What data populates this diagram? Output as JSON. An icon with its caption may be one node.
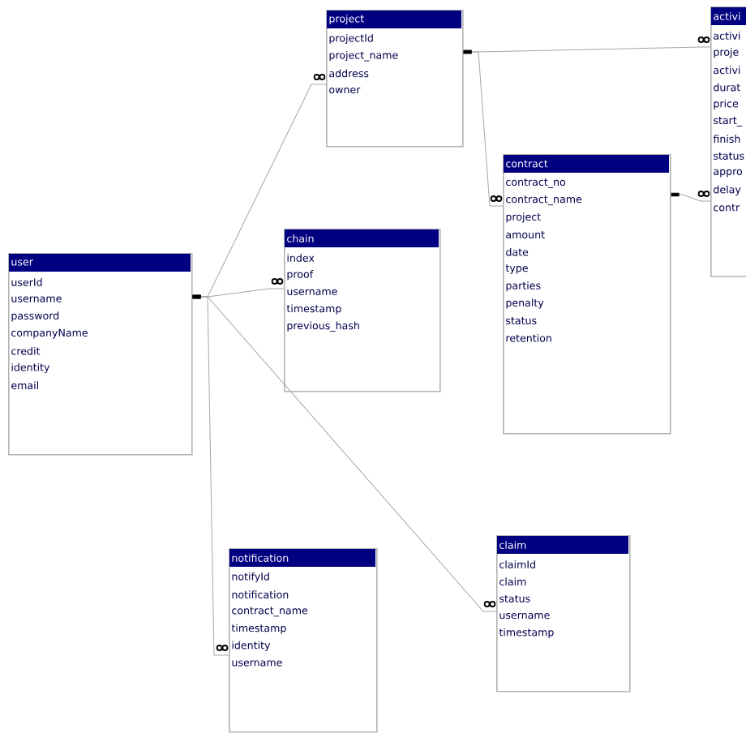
{
  "diagram": {
    "nodes": [
      {
        "text": [
          "project",
          "projectId",
          "project_name",
          "address",
          "owner"
        ]
      },
      {
        "text": [
          "activi",
          "activi",
          "proje",
          "activi",
          "durat",
          "price",
          "start_",
          "finish",
          "status",
          "appro",
          "delay",
          "contr"
        ]
      },
      {
        "text": [
          "contract",
          "contract_no",
          "contract_name",
          "project",
          "amount",
          "date",
          "type",
          "parties",
          "penalty",
          "status",
          "retention"
        ]
      },
      {
        "text": [
          "chain",
          "index",
          "proof",
          "username",
          "timestamp",
          "previous_hash"
        ]
      },
      {
        "text": [
          "user",
          "userId",
          "username",
          "password",
          "companyName",
          "credit",
          "identity",
          "email"
        ]
      },
      {
        "text": [
          "notification",
          "notifyId",
          "notification",
          "contract_name",
          "timestamp",
          "identity",
          "username"
        ]
      },
      {
        "text": [
          "claim",
          "claimId",
          "claim",
          "status",
          "username",
          "timestamp"
        ]
      }
    ],
    "edges": [
      {
        "from": 0,
        "to": 1,
        "arrow": "other"
      },
      {
        "from": 0,
        "to": 2,
        "arrow": "other"
      },
      {
        "from": 2,
        "to": 1,
        "arrow": "other"
      },
      {
        "from": 4,
        "to": 0,
        "arrow": "other"
      },
      {
        "from": 4,
        "to": 3,
        "arrow": "other"
      },
      {
        "from": 4,
        "to": 5,
        "arrow": "other"
      },
      {
        "from": 4,
        "to": 6,
        "arrow": "other"
      }
    ]
  }
}
